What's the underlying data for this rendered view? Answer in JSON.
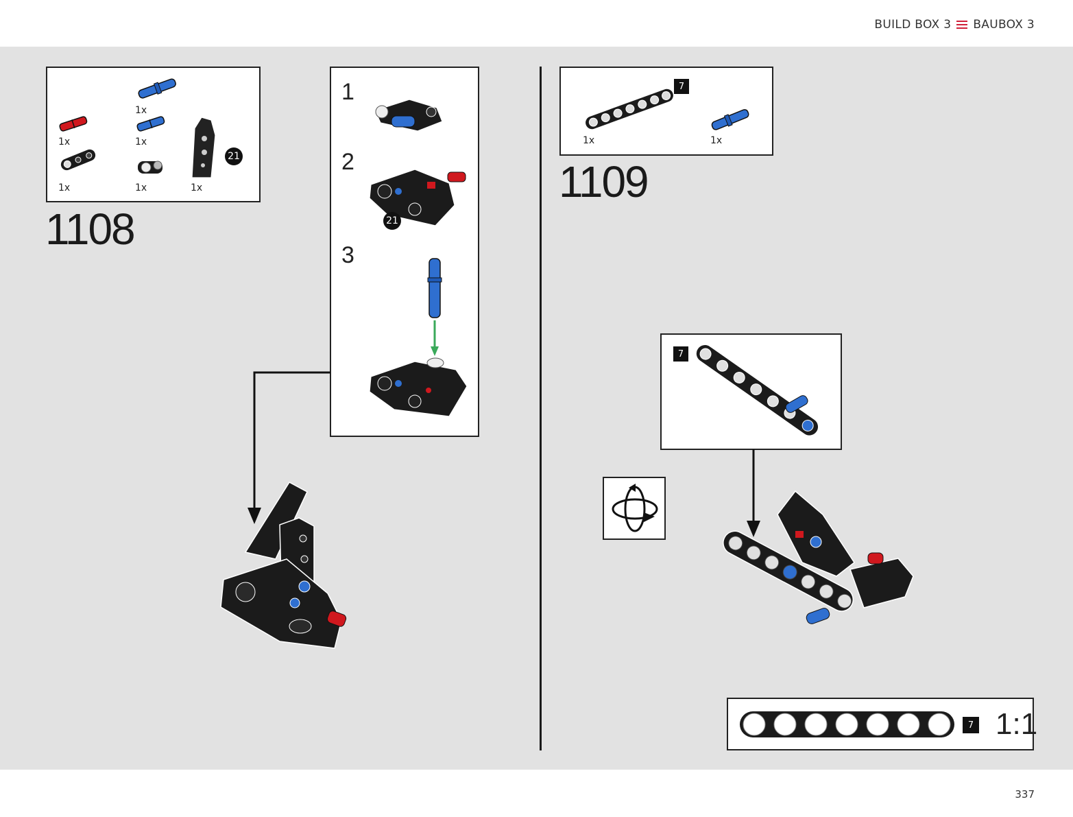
{
  "header": {
    "title_left": "BUILD BOX 3",
    "title_right": "BAUBOX 3",
    "accent_color": "#d1203a"
  },
  "page_number": "337",
  "step_1108": {
    "number": "1108",
    "parts": [
      {
        "qty": "1x",
        "part": "blue-axle-pin-icon"
      },
      {
        "qty": "1x",
        "part": "red-pin-icon"
      },
      {
        "qty": "1x",
        "part": "blue-pin-icon"
      },
      {
        "qty": "1x",
        "part": "black-beam-3-icon"
      },
      {
        "qty": "1x",
        "part": "white-connector-icon"
      },
      {
        "qty": "1x",
        "part": "subassembly-21-icon"
      }
    ],
    "subassembly_ref": "21",
    "substeps": [
      "1",
      "2",
      "3"
    ],
    "substep_ref": "21"
  },
  "step_1109": {
    "number": "1109",
    "parts": [
      {
        "qty": "1x",
        "part": "black-beam-7-icon"
      },
      {
        "qty": "1x",
        "part": "blue-pin-icon"
      }
    ],
    "beam_length": "7",
    "callout_beam_length": "7"
  },
  "scale": {
    "beam_length": "7",
    "ratio": "1:1"
  },
  "colors": {
    "background": "#e2e2e2",
    "blue": "#2f6fd0",
    "red": "#d0181e",
    "green_arrow": "#3aa95a"
  }
}
